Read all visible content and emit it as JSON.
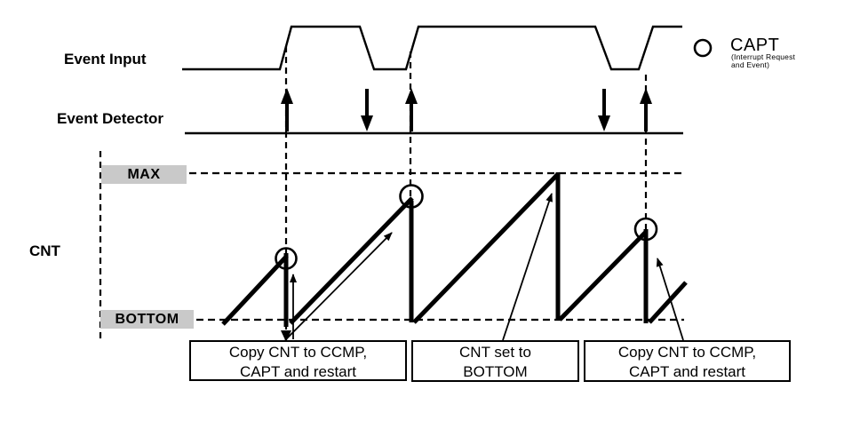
{
  "labels": {
    "event_input": "Event Input",
    "event_detector": "Event Detector",
    "cnt": "CNT",
    "max": "MAX",
    "bottom": "BOTTOM"
  },
  "legend": {
    "capt": "CAPT",
    "sub_line1": "(Interrupt Request",
    "sub_line2": "and Event)"
  },
  "callouts": [
    {
      "line1": "Copy CNT to CCMP,",
      "line2": "CAPT and restart"
    },
    {
      "line1": "CNT set to",
      "line2": "BOTTOM"
    },
    {
      "line1": "Copy CNT to CCMP,",
      "line2": "CAPT and restart"
    }
  ],
  "colors": {
    "ink": "#000000",
    "label_bg": "#c9c9c9",
    "background": "#ffffff"
  }
}
